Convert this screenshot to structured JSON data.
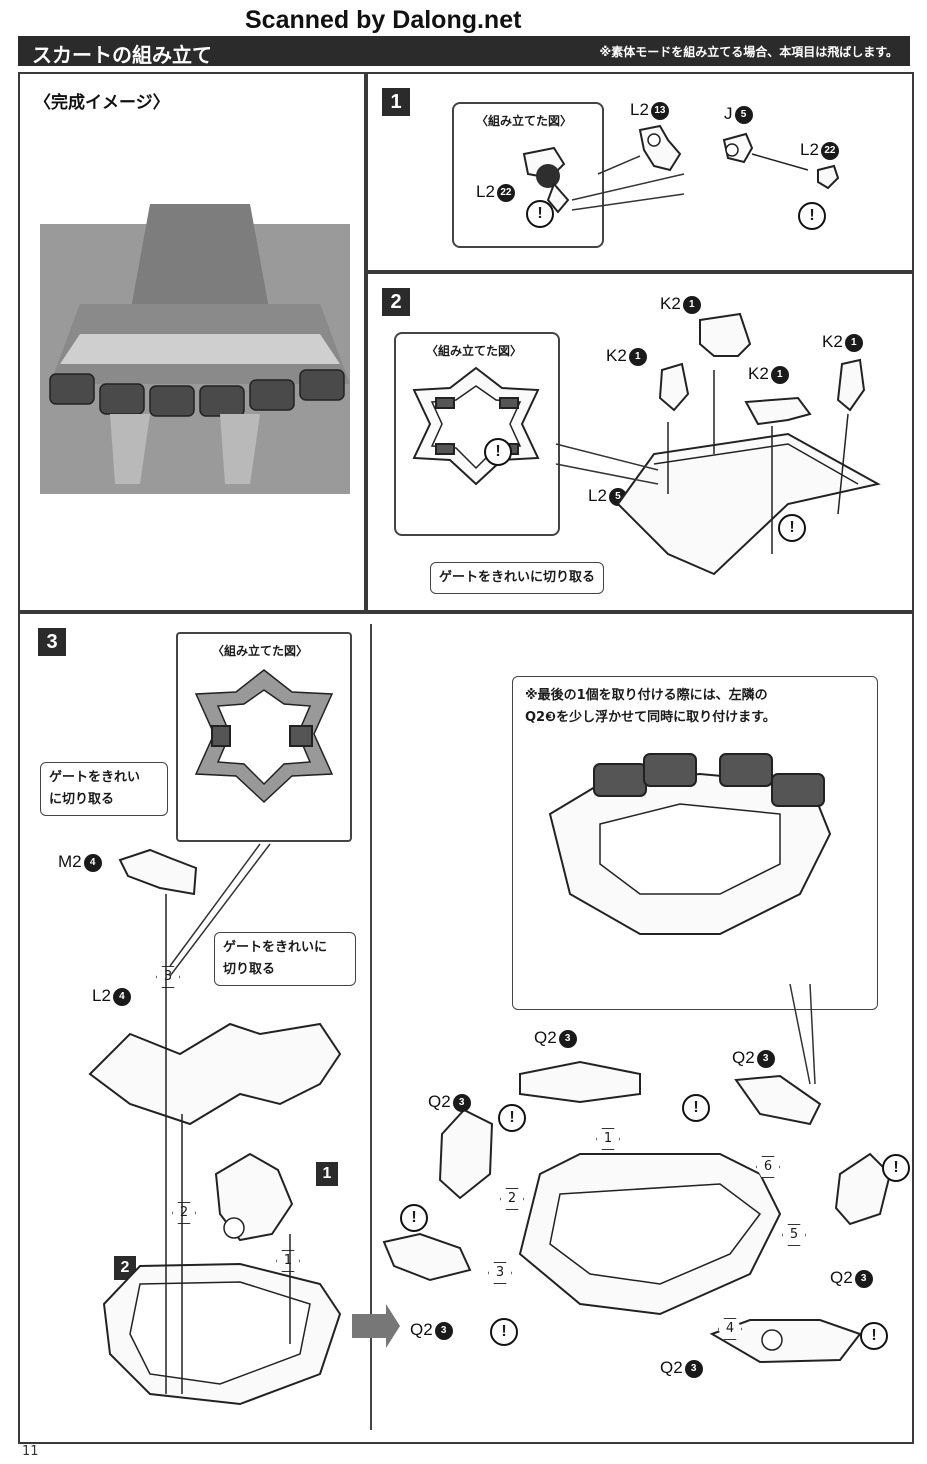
{
  "watermark": "Scanned by Dalong.net",
  "header": {
    "title": "スカートの組み立て",
    "note": "※素体モードを組み立てる場合、本項目は飛ばします。"
  },
  "completion": {
    "title": "〈完成イメージ〉"
  },
  "step1": {
    "badge": "1",
    "assembled_label": "〈組み立てた図〉",
    "parts": [
      {
        "code": "L2",
        "num": "13"
      },
      {
        "code": "J",
        "num": "5"
      },
      {
        "code": "L2",
        "num": "22"
      }
    ],
    "inset_part": {
      "code": "L2",
      "num": "22"
    },
    "caution": "!"
  },
  "step2": {
    "badge": "2",
    "assembled_label": "〈組み立てた図〉",
    "parts": [
      {
        "code": "K2",
        "num": "1"
      },
      {
        "code": "K2",
        "num": "1"
      },
      {
        "code": "K2",
        "num": "1"
      },
      {
        "code": "K2",
        "num": "1"
      },
      {
        "code": "L2",
        "num": "5"
      }
    ],
    "gate_note": "ゲートをきれいに切り取る",
    "caution": "!"
  },
  "step3": {
    "badge": "3",
    "assembled_label": "〈組み立てた図〉",
    "gate_note_1": [
      "ゲートをきれい",
      "に切り取る"
    ],
    "gate_note_2": [
      "ゲートをきれいに",
      "切り取る"
    ],
    "parts": [
      {
        "code": "M2",
        "num": "4"
      },
      {
        "code": "L2",
        "num": "4"
      }
    ],
    "sub_badges": [
      "1",
      "2"
    ],
    "order_numbers": [
      "1",
      "2",
      "3"
    ]
  },
  "final": {
    "note": [
      "※最後の1個を取り付ける際には、左隣の",
      "Q2❸を少し浮かせて同時に取り付けます。"
    ],
    "parts": [
      {
        "code": "Q2",
        "num": "3"
      },
      {
        "code": "Q2",
        "num": "3"
      },
      {
        "code": "Q2",
        "num": "3"
      },
      {
        "code": "Q2",
        "num": "3"
      },
      {
        "code": "Q2",
        "num": "3"
      },
      {
        "code": "Q2",
        "num": "3"
      }
    ],
    "order_numbers": [
      "1",
      "2",
      "3",
      "4",
      "5",
      "6"
    ]
  },
  "page_number": "11"
}
